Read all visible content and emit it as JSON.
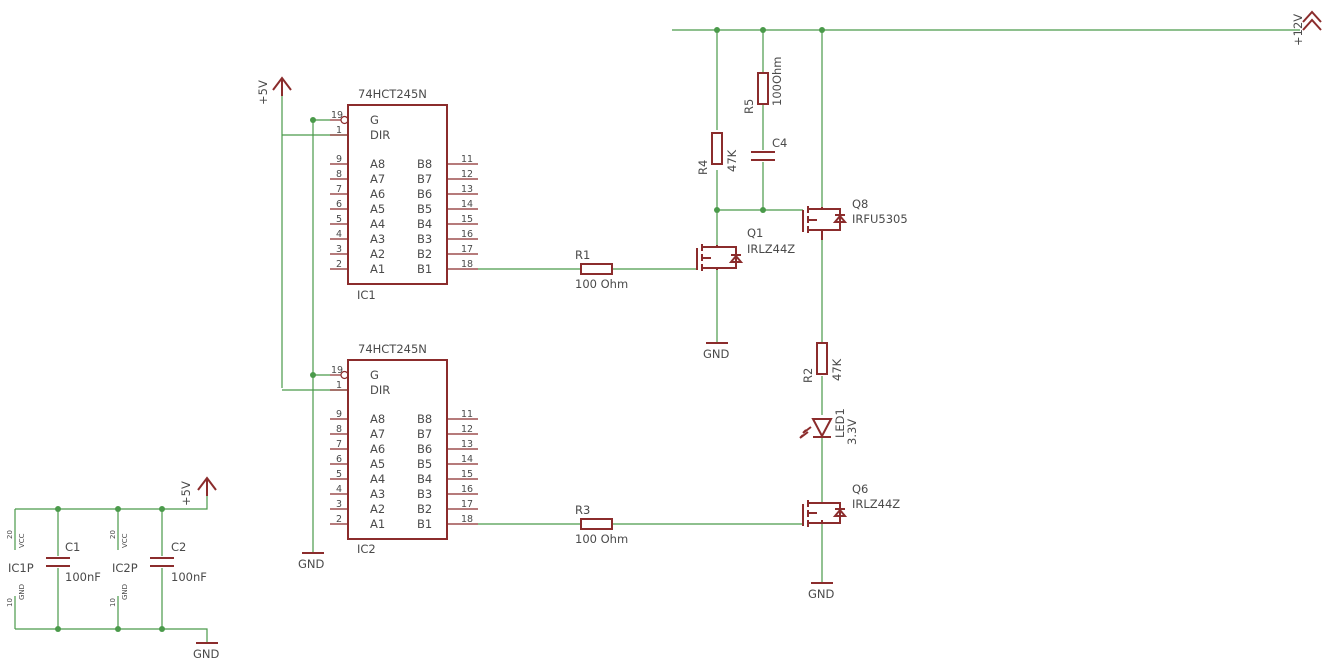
{
  "supplies": {
    "v5_top": "+5V",
    "v5_bottom": "+5V",
    "v12": "+12V",
    "gnd_main": "GND",
    "gnd_q1": "GND",
    "gnd_q6": "GND",
    "gnd_power": "GND"
  },
  "ic_pins": {
    "control": [
      {
        "num": "19",
        "name": "G"
      },
      {
        "num": "1",
        "name": "DIR"
      }
    ],
    "left": [
      {
        "num": "9",
        "name": "A8"
      },
      {
        "num": "8",
        "name": "A7"
      },
      {
        "num": "7",
        "name": "A6"
      },
      {
        "num": "6",
        "name": "A5"
      },
      {
        "num": "5",
        "name": "A4"
      },
      {
        "num": "4",
        "name": "A3"
      },
      {
        "num": "3",
        "name": "A2"
      },
      {
        "num": "2",
        "name": "A1"
      }
    ],
    "right": [
      {
        "num": "11",
        "name": "B8"
      },
      {
        "num": "12",
        "name": "B7"
      },
      {
        "num": "13",
        "name": "B6"
      },
      {
        "num": "14",
        "name": "B5"
      },
      {
        "num": "15",
        "name": "B4"
      },
      {
        "num": "16",
        "name": "B3"
      },
      {
        "num": "17",
        "name": "B2"
      },
      {
        "num": "18",
        "name": "B1"
      }
    ]
  },
  "ics": [
    {
      "value": "74HCT245N",
      "name": "IC1"
    },
    {
      "value": "74HCT245N",
      "name": "IC2"
    }
  ],
  "resistors": {
    "r1": {
      "name": "R1",
      "value": "100 Ohm"
    },
    "r2": {
      "name": "R2",
      "value": "47K"
    },
    "r3": {
      "name": "R3",
      "value": "100 Ohm"
    },
    "r4": {
      "name": "R4",
      "value": "47K"
    },
    "r5": {
      "name": "R5",
      "value": "100Ohm"
    }
  },
  "capacitors": {
    "c1": {
      "name": "C1",
      "value": "100nF"
    },
    "c2": {
      "name": "C2",
      "value": "100nF"
    },
    "c4": {
      "name": "C4"
    }
  },
  "transistors": {
    "q1": {
      "name": "Q1",
      "value": "IRLZ44Z"
    },
    "q6": {
      "name": "Q6",
      "value": "IRLZ44Z"
    },
    "q8": {
      "name": "Q8",
      "value": "IRFU5305"
    }
  },
  "led": {
    "name": "LED1",
    "value": "3.3V"
  },
  "power_blocks": [
    {
      "name": "IC1P",
      "vcc_pin": "20",
      "vcc": "VCC",
      "gnd_pin": "10",
      "gnd": "GND"
    },
    {
      "name": "IC2P",
      "vcc_pin": "20",
      "vcc": "VCC",
      "gnd_pin": "10",
      "gnd": "GND"
    }
  ],
  "colors": {
    "wire": "#4a9a4a",
    "part": "#8b2c2c",
    "text": "#4a4a4a",
    "background": "#ffffff"
  }
}
